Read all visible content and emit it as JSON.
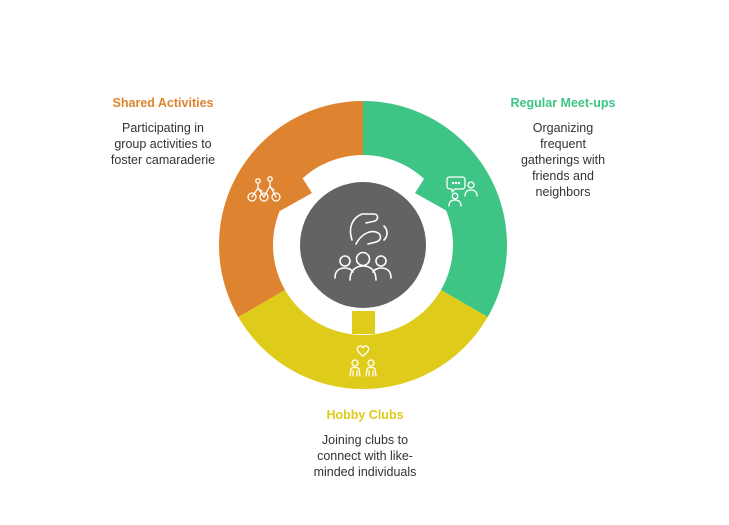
{
  "segments": {
    "shared": {
      "title": "Shared Activities",
      "desc": "Participating in group activities to foster camaraderie",
      "color": "#de8430",
      "icon": "cycling-people-icon"
    },
    "regular": {
      "title": "Regular Meet-ups",
      "desc": "Organizing frequent gatherings with friends and neighbors",
      "color": "#3ec585",
      "icon": "chatting-people-icon"
    },
    "hobby": {
      "title": "Hobby Clubs",
      "desc": "Joining clubs to connect with like-minded individuals",
      "color": "#dfcb1a",
      "icon": "heart-people-icon"
    }
  },
  "center": {
    "color": "#636363",
    "icon": "hand-over-group-icon"
  }
}
